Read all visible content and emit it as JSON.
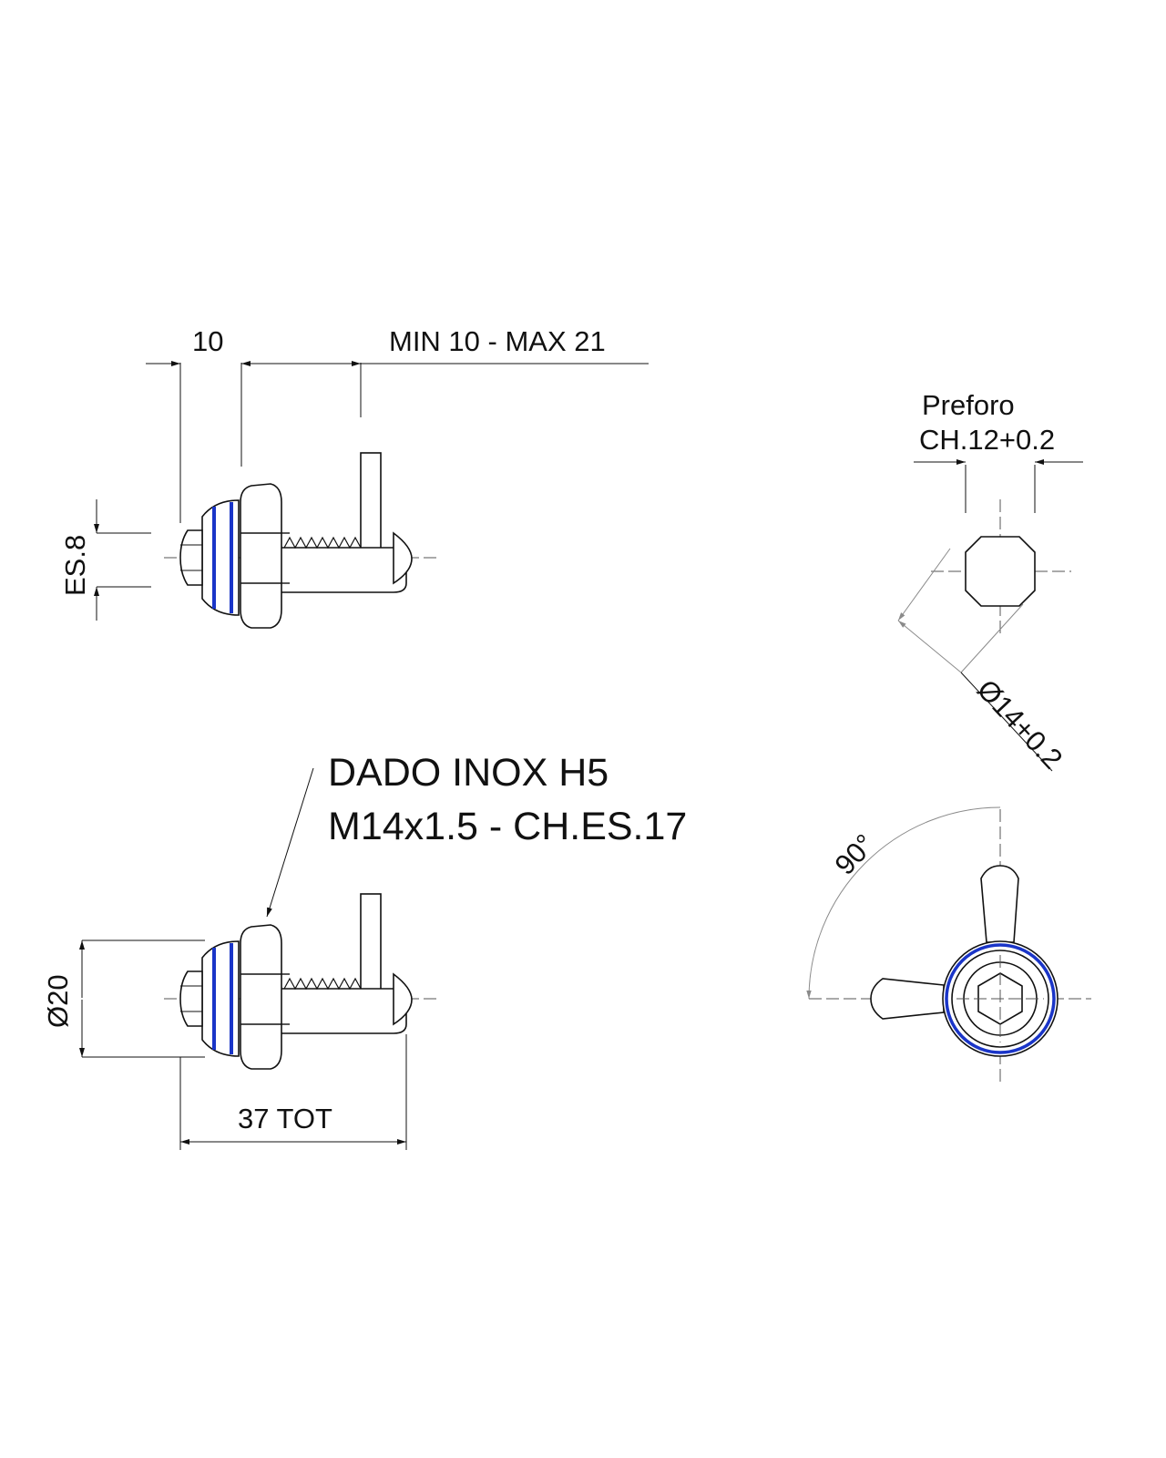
{
  "dimensions": {
    "dim_10": "10",
    "min_max": "MIN 10 - MAX 21",
    "es8": "ES.8",
    "preforo": "Preforo",
    "ch12": "CH.12+0.2",
    "d14": "Ø14+0.2",
    "d20": "Ø20",
    "tot37": "37 TOT",
    "angle90": "90°"
  },
  "callout": {
    "line1": "DADO INOX H5",
    "line2": "M14x1.5 - CH.ES.17"
  },
  "colors": {
    "seal": "#1a35c8",
    "line": "#111111",
    "dimension_gray": "#8a8a8a"
  }
}
